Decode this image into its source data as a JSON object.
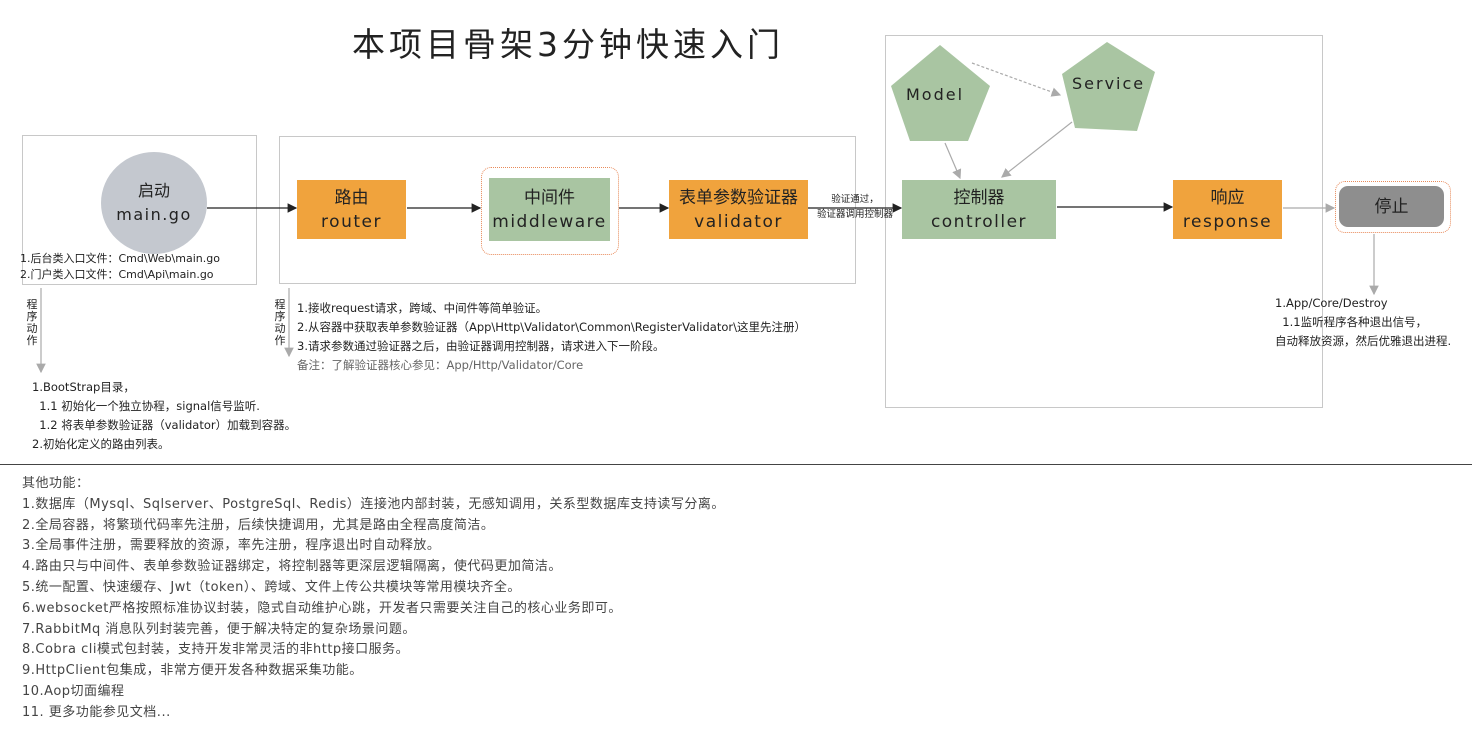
{
  "title": "本项目骨架3分钟快速入门",
  "start": {
    "line1": "启动",
    "line2": "main.go",
    "entries": [
      "1.后台类入口文件：Cmd\\Web\\main.go",
      "2.门户类入口文件：Cmd\\Api\\main.go"
    ],
    "action_label": "程序动作",
    "notes": [
      "1.BootStrap目录，",
      "  1.1 初始化一个独立协程，signal信号监听.",
      "  1.2 将表单参数验证器（validator）加载到容器。",
      "2.初始化定义的路由列表。"
    ]
  },
  "router": {
    "line1": "路由",
    "line2": "router"
  },
  "middleware": {
    "line1": "中间件",
    "line2": "middleware"
  },
  "validator": {
    "line1": "表单参数验证器",
    "line2": "validator"
  },
  "pipeline": {
    "action_label": "程序动作",
    "notes": [
      "1.接收request请求，跨域、中间件等简单验证。",
      "2.从容器中获取表单参数验证器（App\\Http\\Validator\\Common\\RegisterValidator\\这里先注册）",
      "3.请求参数通过验证器之后，由验证器调用控制器，请求进入下一阶段。"
    ],
    "remark": "备注：了解验证器核心参见：App/Http/Validator/Core"
  },
  "edge_validator_controller": {
    "line1": "验证通过，",
    "line2": "验证器调用控制器"
  },
  "model": {
    "label": "Model"
  },
  "service": {
    "label": "Service"
  },
  "controller": {
    "line1": "控制器",
    "line2": "controller"
  },
  "response": {
    "line1": "响应",
    "line2": "response"
  },
  "stop": {
    "label": "停止"
  },
  "destroy": {
    "notes": [
      "1.App/Core/Destroy",
      "  1.1监听程序各种退出信号，",
      "自动释放资源，然后优雅退出进程."
    ]
  },
  "features": {
    "heading": "其他功能：",
    "items": [
      "1.数据库（Mysql、Sqlserver、PostgreSql、Redis）连接池内部封装，无感知调用，关系型数据库支持读写分离。",
      "2.全局容器，将繁琐代码率先注册，后续快捷调用，尤其是路由全程高度简洁。",
      "3.全局事件注册，需要释放的资源，率先注册，程序退出时自动释放。",
      "4.路由只与中间件、表单参数验证器绑定，将控制器等更深层逻辑隔离，使代码更加简洁。",
      "5.统一配置、快速缓存、Jwt（token）、跨域、文件上传公共模块等常用模块齐全。",
      "6.websocket严格按照标准协议封装，隐式自动维护心跳，开发者只需要关注自己的核心业务即可。",
      "7.RabbitMq 消息队列封装完善，便于解决特定的复杂场景问题。",
      "8.Cobra cli模式包封装，支持开发非常灵活的非http接口服务。",
      "9.HttpClient包集成，非常方便开发各种数据采集功能。",
      "10.Aop切面编程",
      "11. 更多功能参见文档..."
    ]
  }
}
